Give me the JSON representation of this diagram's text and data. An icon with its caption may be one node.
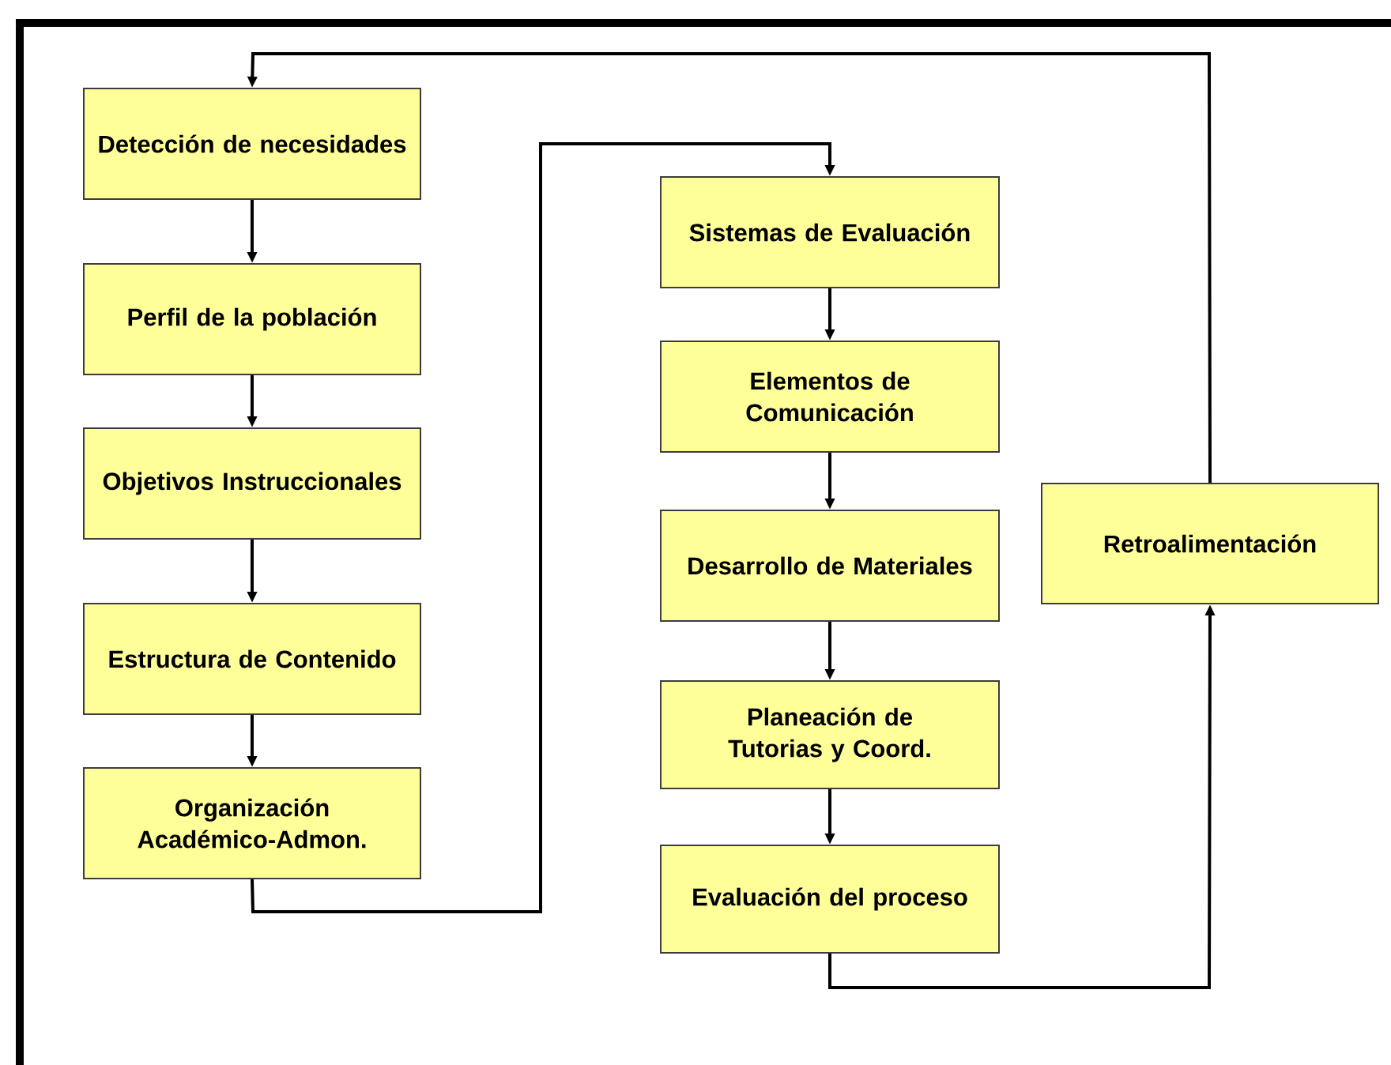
{
  "diagram": {
    "nodes": [
      {
        "text": [
          "Detección de necesidades"
        ]
      },
      {
        "text": [
          "Perfil de la población"
        ]
      },
      {
        "text": [
          "Objetivos Instruccionales"
        ]
      },
      {
        "text": [
          "Estructura de Contenido"
        ]
      },
      {
        "text": [
          "Organización Académico-Admon."
        ]
      },
      {
        "text": [
          "Sistemas de Evaluación"
        ]
      },
      {
        "text": [
          "Elementos de Comunicación"
        ]
      },
      {
        "text": [
          "Desarrollo de Materiales"
        ]
      },
      {
        "text": [
          "Planeación de Tutorias y Coord."
        ]
      },
      {
        "text": [
          "Evaluación del proceso"
        ]
      },
      {
        "text": [
          "Retroalimentación"
        ]
      }
    ],
    "edges": [
      {
        "from": 0,
        "to": 1,
        "arrow": "to"
      },
      {
        "from": 1,
        "to": 2,
        "arrow": "to"
      },
      {
        "from": 2,
        "to": 3,
        "arrow": "to"
      },
      {
        "from": 3,
        "to": 4,
        "arrow": "to"
      },
      {
        "from": 4,
        "to": 5,
        "arrow": "to"
      },
      {
        "from": 5,
        "to": 6,
        "arrow": "to"
      },
      {
        "from": 6,
        "to": 7,
        "arrow": "to"
      },
      {
        "from": 7,
        "to": 8,
        "arrow": "to"
      },
      {
        "from": 8,
        "to": 9,
        "arrow": "to"
      },
      {
        "from": 9,
        "to": 10,
        "arrow": "to"
      },
      {
        "from": 10,
        "to": 0,
        "arrow": "to"
      }
    ]
  }
}
